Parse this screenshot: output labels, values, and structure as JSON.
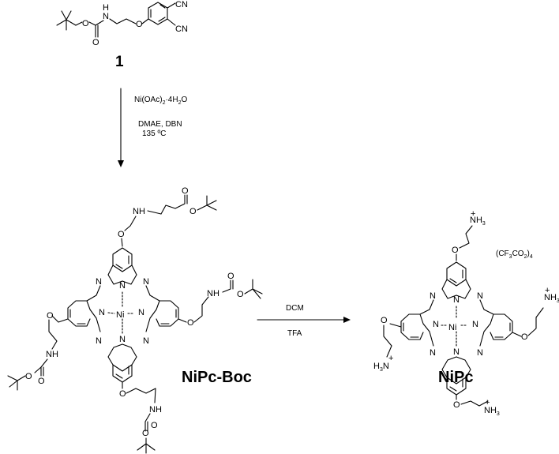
{
  "compound_1": {
    "label": "1",
    "atoms": {
      "O": "O",
      "N": "N",
      "H": "H",
      "CN": "CN"
    }
  },
  "step1": {
    "reagent_main": "Ni(OAc)",
    "reagent_sub": "2",
    "reagent_dot": "·4H",
    "reagent_sub2": "2",
    "reagent_end": "O",
    "solvent": "DMAE, DBN",
    "temperature": "135 ºC"
  },
  "nipc_boc": {
    "label": "NiPc-Boc",
    "metal": "Ni",
    "atoms": {
      "N": "N",
      "O": "O",
      "NH": "NH"
    }
  },
  "step2": {
    "reagent_top": "DCM",
    "reagent_bottom": "TFA"
  },
  "nipc": {
    "label": "NiPc",
    "metal": "Ni",
    "counterion_open": "(CF",
    "counterion_sub1": "3",
    "counterion_mid": "CO",
    "counterion_sub2": "2",
    "counterion_close": ")",
    "counterion_sub3": "4",
    "amine": "NH",
    "amine_sub": "3",
    "amine_left": "H",
    "amine_left_sub": "3",
    "amine_left_end": "N",
    "charge": "+"
  }
}
